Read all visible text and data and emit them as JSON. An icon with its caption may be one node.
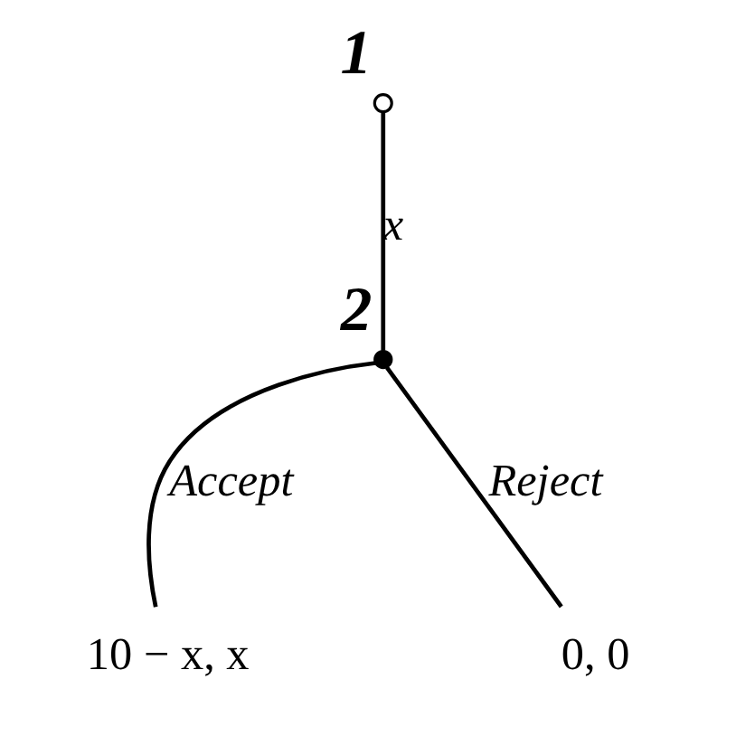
{
  "diagram": {
    "nodes": [
      {
        "text": [],
        "shape": "circle",
        "beside": [
          "1"
        ]
      },
      {
        "text": [],
        "shape": "dot",
        "beside": [
          "2"
        ]
      },
      {
        "text": [
          "10 − x, x"
        ]
      },
      {
        "text": [
          "0, 0"
        ]
      }
    ],
    "edges": [
      {
        "from": 0,
        "to": 1,
        "arrow": "none",
        "label": "x"
      },
      {
        "from": 1,
        "to": 2,
        "arrow": "none",
        "label": "Accept"
      },
      {
        "from": 1,
        "to": 3,
        "arrow": "none",
        "label": "Reject"
      }
    ]
  }
}
